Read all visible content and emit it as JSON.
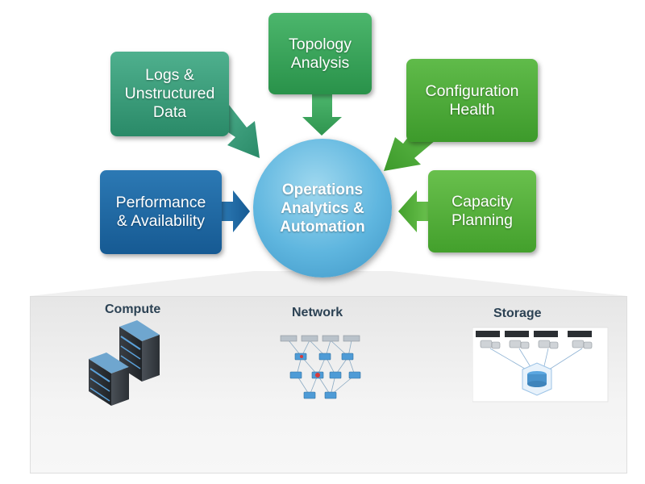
{
  "hub": {
    "label": "Operations\nAnalytics &\nAutomation",
    "color": "#5fb6df"
  },
  "inputs": [
    {
      "id": "logs",
      "label": "Logs &\nUnstructured\nData",
      "color": "#3a9d7b"
    },
    {
      "id": "topology",
      "label": "Topology\nAnalysis",
      "color": "#38a55b"
    },
    {
      "id": "config",
      "label": "Configuration\nHealth",
      "color": "#4fab3b"
    },
    {
      "id": "perf",
      "label": "Performance\n& Availability",
      "color": "#1f6aa4"
    },
    {
      "id": "capacity",
      "label": "Capacity\nPlanning",
      "color": "#56b03c"
    }
  ],
  "infrastructure": {
    "compute": {
      "label": "Compute",
      "icon": "server-rack-icon"
    },
    "network": {
      "label": "Network",
      "icon": "network-topology-icon"
    },
    "storage": {
      "label": "Storage",
      "icon": "storage-array-icon"
    }
  }
}
